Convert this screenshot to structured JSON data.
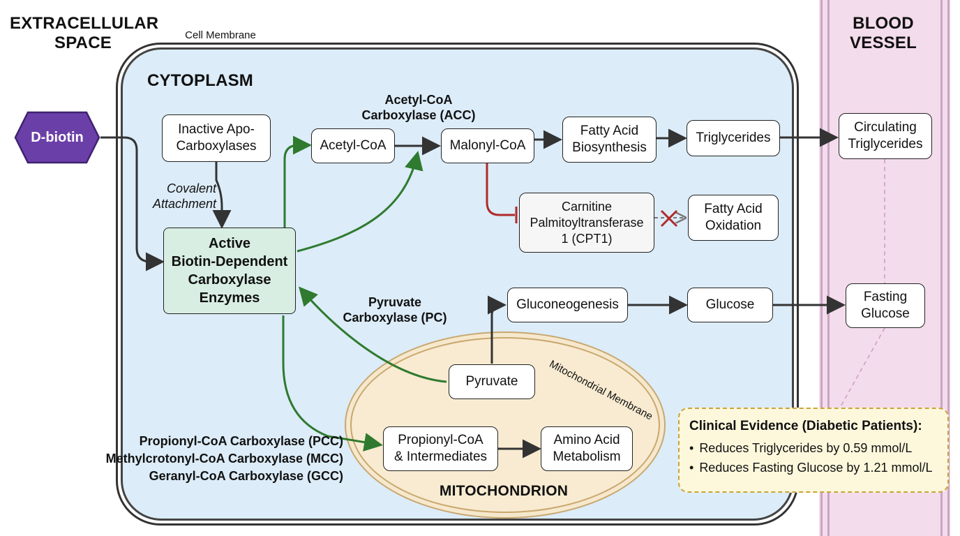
{
  "regions": {
    "extracellular": [
      "EXTRACELLULAR",
      "SPACE"
    ],
    "blood_vessel": [
      "BLOOD",
      "VESSEL"
    ],
    "cell_membrane": "Cell Membrane",
    "cytoplasm": "CYTOPLASM",
    "mitochondrial_membrane": "Mitochondrial Membrane",
    "mitochondrion": "MITOCHONDRION"
  },
  "nodes": {
    "dbiotin": "D-biotin",
    "inactive": [
      "Inactive Apo-",
      "Carboxylases"
    ],
    "active": [
      "Active",
      "Biotin-Dependent",
      "Carboxylase",
      "Enzymes"
    ],
    "acetyl_coa": "Acetyl-CoA",
    "malonyl_coa": "Malonyl-CoA",
    "fatty_acid_biosynthesis": [
      "Fatty Acid",
      "Biosynthesis"
    ],
    "triglycerides": "Triglycerides",
    "circulating_triglycerides": [
      "Circulating",
      "Triglycerides"
    ],
    "cpt1": [
      "Carnitine",
      "Palmitoyltransferase",
      "1 (CPT1)"
    ],
    "fatty_acid_oxidation": [
      "Fatty Acid",
      "Oxidation"
    ],
    "gluconeogenesis": "Gluconeogenesis",
    "glucose": "Glucose",
    "fasting_glucose": [
      "Fasting",
      "Glucose"
    ],
    "pyruvate": "Pyruvate",
    "propionyl_coa": [
      "Propionyl-CoA",
      "& Intermediates"
    ],
    "amino_acid_metabolism": [
      "Amino Acid",
      "Metabolism"
    ]
  },
  "labels": {
    "covalent_attachment": [
      "Covalent",
      "Attachment"
    ],
    "acc": [
      "Acetyl-CoA",
      "Carboxylase (ACC)"
    ],
    "pc": [
      "Pyruvate",
      "Carboxylase (PC)"
    ],
    "enzymes": [
      "Propionyl-CoA Carboxylase (PCC)",
      "Methylcrotonyl-CoA Carboxylase (MCC)",
      "Geranyl-CoA Carboxylase (GCC)"
    ]
  },
  "evidence": {
    "title": "Clinical Evidence (Diabetic Patients):",
    "items": [
      "Reduces Triglycerides by 0.59 mmol/L",
      "Reduces Fasting Glucose by 1.21 mmol/L"
    ]
  },
  "colors": {
    "arrow_dark": "#333333",
    "arrow_green": "#2f7a2f",
    "inhibit_red": "#b02a2a",
    "dbiotin_fill": "#6b3fa8",
    "active_fill": "#d8eee2",
    "cytoplasm_fill": "#dcecf8",
    "mito_fill": "#f6e8cc",
    "vessel_fill": "#f3dcec",
    "evidence_fill": "#fdf8dc"
  }
}
